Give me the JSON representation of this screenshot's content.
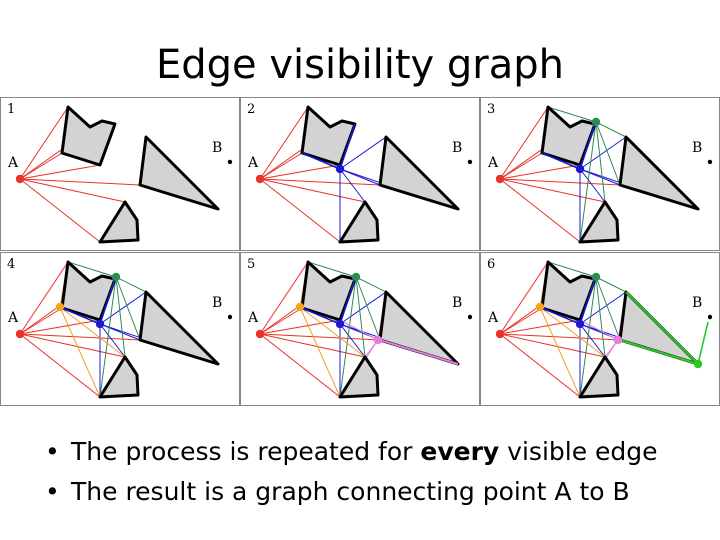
{
  "title": "Edge visibility graph",
  "panels": [
    {
      "number": "1",
      "label_a": "A",
      "label_b": "B"
    },
    {
      "number": "2",
      "label_a": "A",
      "label_b": "B"
    },
    {
      "number": "3",
      "label_a": "A",
      "label_b": "B"
    },
    {
      "number": "4",
      "label_a": "A",
      "label_b": "B"
    },
    {
      "number": "5",
      "label_a": "A",
      "label_b": "B"
    },
    {
      "number": "6",
      "label_a": "A",
      "label_b": "B"
    }
  ],
  "colors": {
    "red": "#e8322a",
    "blue": "#1a1ad6",
    "green": "#2e8b57",
    "orange": "#f4a020",
    "pink": "#e87ce0",
    "lime": "#22cc22",
    "obstacle_fill": "#d3d3d3"
  },
  "bullets": [
    {
      "before": "The process is repeated for ",
      "emphasis": "every",
      "after": " visible edge"
    },
    {
      "before": "The result is a graph connecting point A to B",
      "emphasis": "",
      "after": ""
    }
  ]
}
